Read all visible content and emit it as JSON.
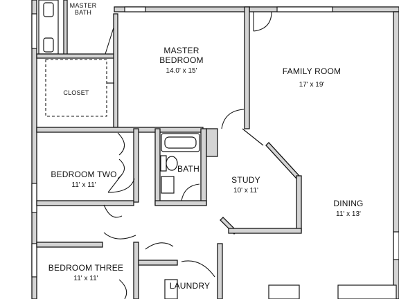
{
  "rooms": {
    "master_bath": {
      "name": "MASTER\nBATH"
    },
    "closet": {
      "name": "CLOSET"
    },
    "master_bedroom": {
      "name": "MASTER\nBEDROOM",
      "dims": "14.0' x 15'"
    },
    "family_room": {
      "name": "FAMILY ROOM",
      "dims": "17' x 19'"
    },
    "bedroom_two": {
      "name": "BEDROOM TWO",
      "dims": "11' x 11'"
    },
    "bath": {
      "name": "BATH"
    },
    "study": {
      "name": "STUDY",
      "dims": "10' x 11'"
    },
    "dining": {
      "name": "DINING",
      "dims": "11' x 13'"
    },
    "bedroom_three": {
      "name": "BEDROOM THREE",
      "dims": "11' x 11'"
    },
    "laundry": {
      "name": "LAUNDRY"
    }
  }
}
